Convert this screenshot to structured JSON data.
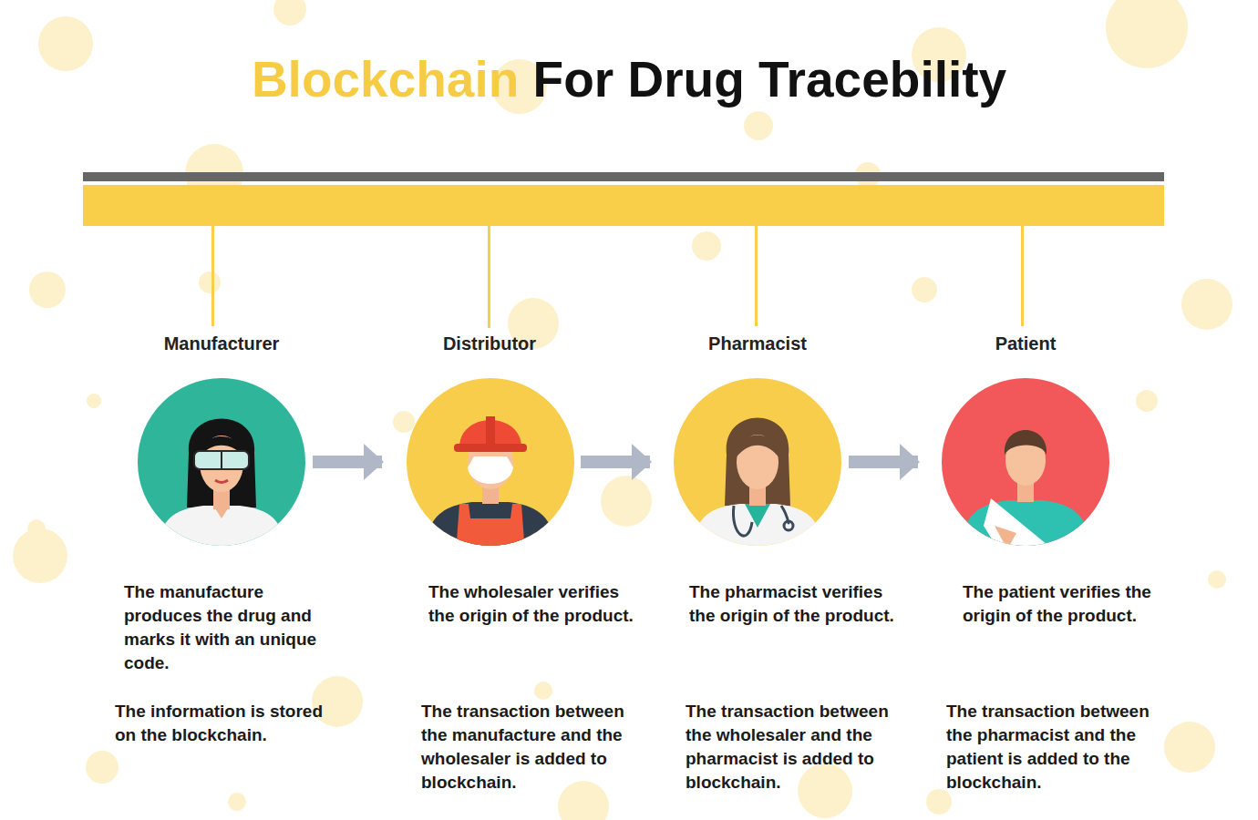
{
  "diagram": {
    "title": "Blockchain For Drug Tracebility",
    "nodes": [
      {
        "text": [
          "Manufacturer",
          "The manufacture produces the drug and marks it with an unique code.",
          "The information is stored on the blockchain."
        ]
      },
      {
        "text": [
          "Distributor",
          "The wholesaler verifies the origin of the product.",
          "The transaction between the manufacture and the wholesaler is added to blockchain."
        ]
      },
      {
        "text": [
          "Pharmacist",
          "The pharmacist verifies the origin of the product.",
          "The transaction between the wholesaler and the pharmacist is added to blockchain."
        ]
      },
      {
        "text": [
          "Patient",
          "The patient verifies the origin of the product.",
          "The transaction between the pharmacist and the patient is added to the blockchain."
        ]
      }
    ],
    "edges": [
      {
        "from": 0,
        "to": 1,
        "arrow": "to"
      },
      {
        "from": 1,
        "to": 2,
        "arrow": "to"
      },
      {
        "from": 2,
        "to": 3,
        "arrow": "to"
      }
    ]
  }
}
